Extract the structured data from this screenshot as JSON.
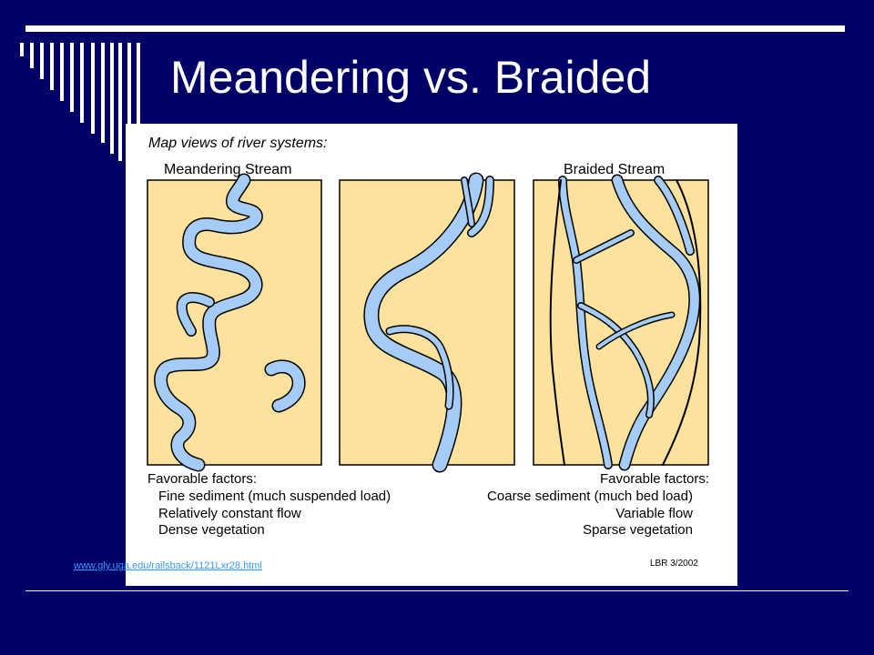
{
  "slide": {
    "title": "Meandering vs. Braided",
    "background": "#000066",
    "accent": "#ffffff"
  },
  "figure": {
    "heading": "Map views of river systems:",
    "left_label": "Meandering  Stream",
    "right_label": "Braided Stream",
    "colors": {
      "land": "#fce29c",
      "water": "#a4ccf6",
      "outline": "#000000"
    },
    "meandering_factors": {
      "heading": "Favorable factors:",
      "items": [
        "Fine sediment (much suspended load)",
        "Relatively constant flow",
        "Dense vegetation"
      ]
    },
    "braided_factors": {
      "heading": "Favorable factors:",
      "items": [
        "Coarse sediment (much bed load)",
        "Variable flow",
        "Sparse vegetation"
      ]
    },
    "credit": "LBR 3/2002"
  },
  "source_link": "www.gly.uga.edu/railsback/1121Lxr28.html"
}
